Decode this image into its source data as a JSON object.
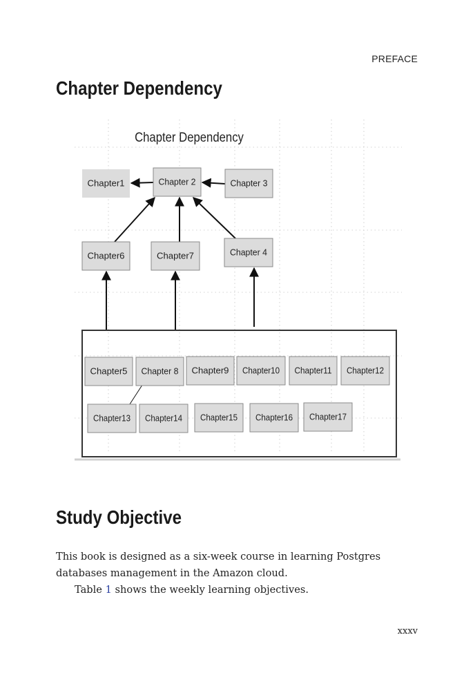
{
  "header": {
    "running_head": "PREFACE"
  },
  "sections": [
    {
      "heading": "Chapter Dependency"
    },
    {
      "heading": "Study Objective"
    }
  ],
  "figure": {
    "title": "Chapter Dependency",
    "nodes": {
      "ch1": "Chapter1",
      "ch2": "Chapter 2",
      "ch3": "Chapter 3",
      "ch4": "Chapter 4",
      "ch5": "Chapter5",
      "ch6": "Chapter6",
      "ch7": "Chapter7",
      "ch8": "Chapter 8",
      "ch9": "Chapter9",
      "ch10": "Chapter10",
      "ch11": "Chapter11",
      "ch12": "Chapter12",
      "ch13": "Chapter13",
      "ch14": "Chapter14",
      "ch15": "Chapter15",
      "ch16": "Chapter16",
      "ch17": "Chapter17"
    },
    "edges": [
      [
        "ch2",
        "ch1"
      ],
      [
        "ch3",
        "ch2"
      ],
      [
        "ch6",
        "ch2"
      ],
      [
        "ch7",
        "ch2"
      ],
      [
        "ch4",
        "ch2"
      ],
      [
        "group",
        "ch6"
      ],
      [
        "group",
        "ch7"
      ],
      [
        "group",
        "ch4"
      ],
      [
        "ch13",
        "ch8"
      ]
    ],
    "colors": {
      "box_fill": "#dcdcdc",
      "box_stroke": "#8a8a8a",
      "frame": "#333333",
      "grid": "#bdbdbd"
    }
  },
  "body": {
    "p1": "This book is designed as a six-week course in learning Postgres databases management in the Amazon cloud.",
    "p2_before": "Table ",
    "p2_ref": "1",
    "p2_after": " shows the weekly learning objectives."
  },
  "footer": {
    "page_number": "xxxv"
  }
}
